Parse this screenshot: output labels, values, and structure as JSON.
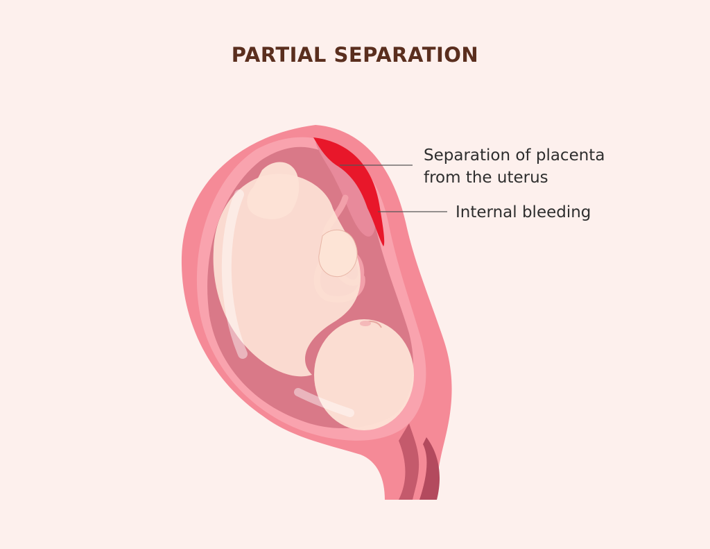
{
  "title": "PARTIAL SEPARATION",
  "labels": {
    "separation_line1": "Separation of placenta",
    "separation_line2": "from the uterus",
    "bleeding": "Internal bleeding"
  },
  "colors": {
    "background": "#fdf0ed",
    "title": "#5a2e1e",
    "uterus_outer": "#f58a97",
    "uterus_inner": "#d97988",
    "bleeding": "#e8172a",
    "fetus_skin": "#fde3d6"
  }
}
